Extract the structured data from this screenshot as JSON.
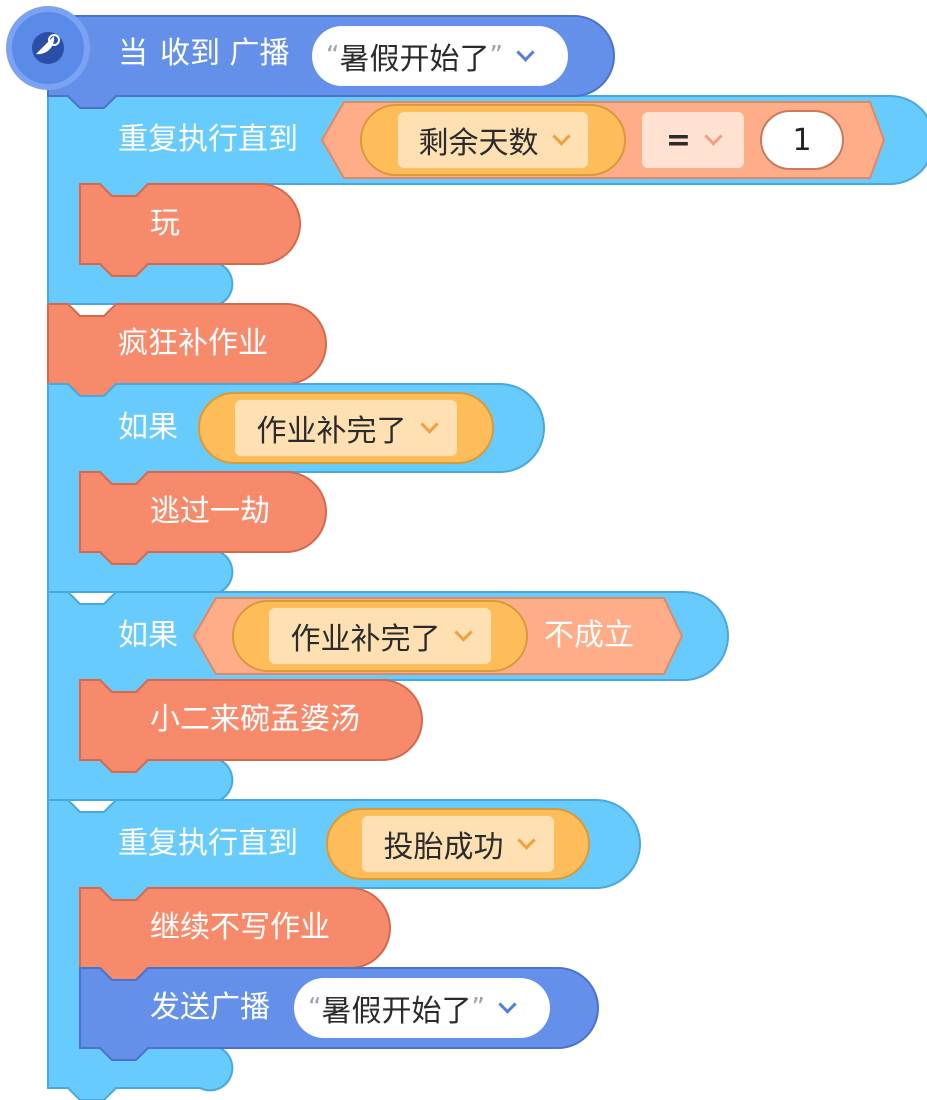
{
  "colors": {
    "event_blue": "#6490ea",
    "control_cyan": "#68cbfd",
    "action_salmon": "#f88a6c",
    "sensor_orange": "#ffbd59",
    "sensor_inner": "#ffe0b3",
    "operator_peach": "#ffac88",
    "message_blue": "#6490ea"
  },
  "hat": {
    "icon": "satellite-dish-icon",
    "when": "当",
    "receive_broadcast": "收到 广播",
    "message": "暑假开始了"
  },
  "repeat1": {
    "label": "重复执行直到",
    "variable": "剩余天数",
    "operator": "=",
    "value": "1",
    "body": "玩"
  },
  "block_homework": "疯狂补作业",
  "if1": {
    "label": "如果",
    "condition": "作业补完了",
    "body": "逃过一劫"
  },
  "if2": {
    "label": "如果",
    "condition": "作业补完了",
    "negation": "不成立",
    "body": "小二来碗孟婆汤"
  },
  "repeat2": {
    "label": "重复执行直到",
    "condition": "投胎成功",
    "body1": "继续不写作业",
    "body2_label": "发送广播",
    "body2_message": "暑假开始了"
  },
  "quote_open": "“",
  "quote_close": "”"
}
